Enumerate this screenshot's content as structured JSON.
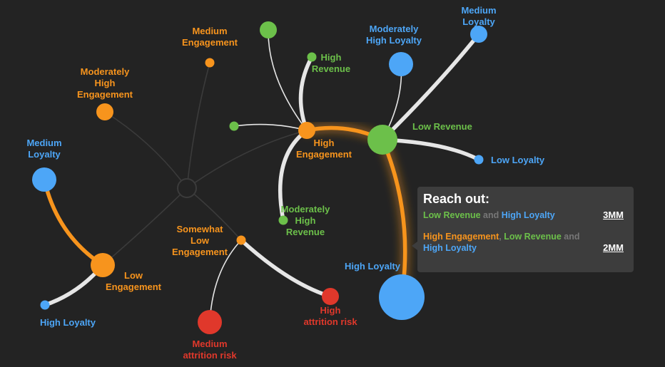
{
  "colors": {
    "background": "#232323",
    "orange": "#f7941d",
    "green": "#6cc04a",
    "blue": "#4da6f7",
    "red": "#e0382b",
    "link_light": "#e6e6e6",
    "link_dark": "#3b3b3b",
    "highlight": "#f7941d"
  },
  "graph": {
    "nodes": [
      {
        "id": "root",
        "color": "hub",
        "size": "small",
        "label": ""
      },
      {
        "id": "med-engagement",
        "color": "orange",
        "size": "small",
        "label": [
          "Medium",
          "Engagement"
        ]
      },
      {
        "id": "mod-high-engagement",
        "color": "orange",
        "size": "medium",
        "label": [
          "Moderately",
          "High",
          "Engagement"
        ]
      },
      {
        "id": "low-engagement",
        "color": "orange",
        "size": "large",
        "label": [
          "Low",
          "Engagement"
        ]
      },
      {
        "id": "medium-loyalty-left",
        "color": "blue",
        "size": "large",
        "label": [
          "Medium",
          "Loyalty"
        ]
      },
      {
        "id": "high-loyalty-left",
        "color": "blue",
        "size": "small",
        "label": [
          "High Loyalty"
        ]
      },
      {
        "id": "somewhat-low-engagement",
        "color": "orange",
        "size": "small",
        "label": [
          "Somewhat",
          "Low",
          "Engagement"
        ]
      },
      {
        "id": "medium-attrition",
        "color": "red",
        "size": "large",
        "label": [
          "Medium",
          "attrition risk"
        ]
      },
      {
        "id": "high-attrition",
        "color": "red",
        "size": "medium",
        "label": [
          "High",
          "attrition risk"
        ]
      },
      {
        "id": "high-engagement",
        "color": "orange",
        "size": "medium",
        "label": [
          "High",
          "Engagement"
        ]
      },
      {
        "id": "green-unlabeled-top",
        "color": "green",
        "size": "medium",
        "label": ""
      },
      {
        "id": "high-revenue",
        "color": "green",
        "size": "small",
        "label": [
          "High",
          "Revenue"
        ]
      },
      {
        "id": "green-unlabeled-left",
        "color": "green",
        "size": "small",
        "label": ""
      },
      {
        "id": "mod-high-revenue",
        "color": "green",
        "size": "small",
        "label": [
          "Moderately",
          "High",
          "Revenue"
        ]
      },
      {
        "id": "low-revenue",
        "color": "green",
        "size": "xlarge",
        "label": [
          "Low Revenue"
        ]
      },
      {
        "id": "mod-high-loyalty",
        "color": "blue",
        "size": "large",
        "label": [
          "Moderately",
          "High Loyalty"
        ]
      },
      {
        "id": "medium-loyalty-right",
        "color": "blue",
        "size": "medium",
        "label": [
          "Medium",
          "Loyalty"
        ]
      },
      {
        "id": "low-loyalty",
        "color": "blue",
        "size": "small",
        "label": [
          "Low Loyalty"
        ]
      },
      {
        "id": "high-loyalty-right",
        "color": "blue",
        "size": "xxlarge",
        "label": [
          "High Loyalty"
        ]
      }
    ],
    "links": [
      {
        "from": "root",
        "to": "med-engagement",
        "weight": "thin",
        "tone": "dark"
      },
      {
        "from": "root",
        "to": "mod-high-engagement",
        "weight": "thin",
        "tone": "dark"
      },
      {
        "from": "root",
        "to": "low-engagement",
        "weight": "thin",
        "tone": "dark"
      },
      {
        "from": "root",
        "to": "somewhat-low-engagement",
        "weight": "thin",
        "tone": "dark"
      },
      {
        "from": "root",
        "to": "high-engagement",
        "weight": "thin",
        "tone": "dark"
      },
      {
        "from": "low-engagement",
        "to": "medium-loyalty-left",
        "weight": "thick",
        "tone": "orange"
      },
      {
        "from": "low-engagement",
        "to": "high-loyalty-left",
        "weight": "thick",
        "tone": "light"
      },
      {
        "from": "somewhat-low-engagement",
        "to": "medium-attrition",
        "weight": "thin",
        "tone": "light"
      },
      {
        "from": "somewhat-low-engagement",
        "to": "high-attrition",
        "weight": "thick",
        "tone": "light"
      },
      {
        "from": "high-engagement",
        "to": "green-unlabeled-top",
        "weight": "thin",
        "tone": "light"
      },
      {
        "from": "high-engagement",
        "to": "high-revenue",
        "weight": "thick",
        "tone": "light"
      },
      {
        "from": "high-engagement",
        "to": "green-unlabeled-left",
        "weight": "thin",
        "tone": "light"
      },
      {
        "from": "high-engagement",
        "to": "mod-high-revenue",
        "weight": "thick",
        "tone": "light"
      },
      {
        "from": "high-engagement",
        "to": "low-revenue",
        "weight": "thick",
        "tone": "orange"
      },
      {
        "from": "low-revenue",
        "to": "mod-high-loyalty",
        "weight": "thin",
        "tone": "light"
      },
      {
        "from": "low-revenue",
        "to": "medium-loyalty-right",
        "weight": "thick",
        "tone": "light"
      },
      {
        "from": "low-revenue",
        "to": "low-loyalty",
        "weight": "thick",
        "tone": "light"
      },
      {
        "from": "low-revenue",
        "to": "high-loyalty-right",
        "weight": "thick",
        "tone": "orange"
      }
    ]
  },
  "tooltip": {
    "title": "Reach out:",
    "rows": [
      {
        "segments": [
          {
            "text": "Low Revenue",
            "color": "green"
          },
          {
            "text": " and ",
            "color": "grey"
          },
          {
            "text": "High Loyalty",
            "color": "blue"
          }
        ],
        "amount": "3MM"
      },
      {
        "segments": [
          {
            "text": "High Engagement",
            "color": "orange"
          },
          {
            "text": ", ",
            "color": "grey"
          },
          {
            "text": "Low Revenue",
            "color": "green"
          },
          {
            "text": " and ",
            "color": "grey"
          },
          {
            "text": "High Loyalty",
            "color": "blue"
          }
        ],
        "amount": "2MM"
      }
    ]
  }
}
